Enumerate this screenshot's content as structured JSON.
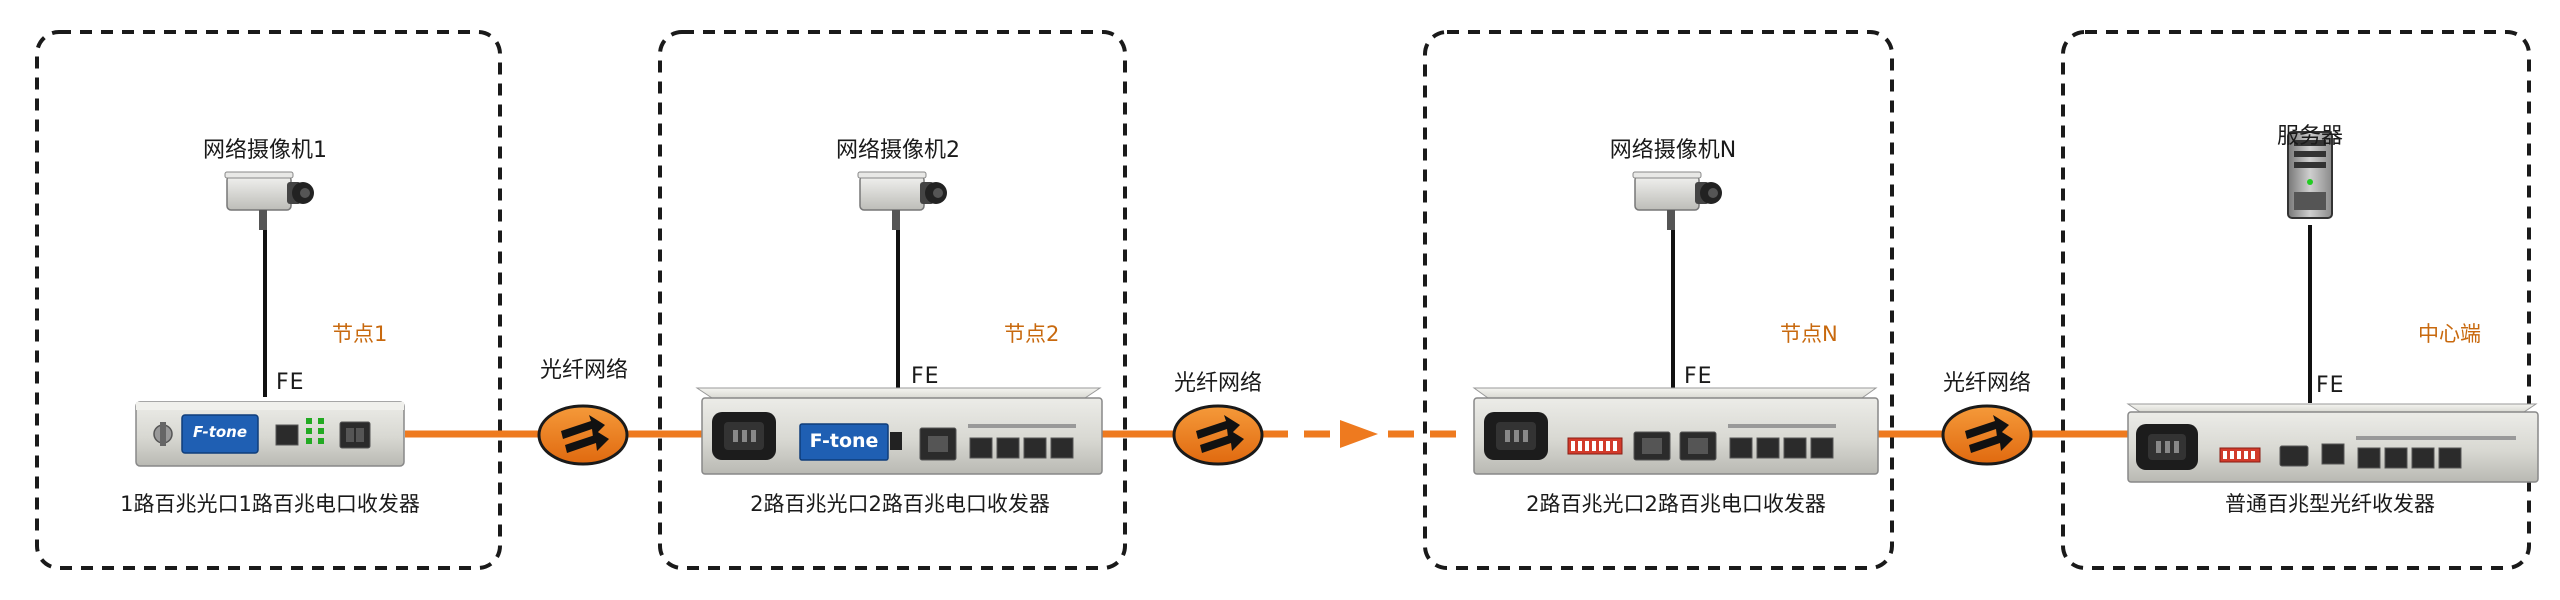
{
  "colors": {
    "fiber": "#ee7a1f",
    "node_label": "#c8690e",
    "box_border": "#1a1a1a",
    "device_body": "#dcdcd6",
    "brand_blue": "#1f5fb3"
  },
  "nodes": [
    {
      "device_title": "网络摄像机1",
      "device_icon": "ip-camera-icon",
      "link_label": "FE",
      "node_label": "节点1",
      "equipment_brand": "F-tone",
      "equipment_caption": "1路百兆光口1路百兆电口收发器"
    },
    {
      "device_title": "网络摄像机2",
      "device_icon": "ip-camera-icon",
      "link_label": "FE",
      "node_label": "节点2",
      "equipment_brand": "F-tone",
      "equipment_caption": "2路百兆光口2路百兆电口收发器"
    },
    {
      "device_title": "网络摄像机N",
      "device_icon": "ip-camera-icon",
      "link_label": "FE",
      "node_label": "节点N",
      "equipment_caption": "2路百兆光口2路百兆电口收发器"
    },
    {
      "device_title": "服务器",
      "device_icon": "server-tower-icon",
      "link_label": "FE",
      "node_label": "中心端",
      "equipment_caption": "普通百兆型光纤收发器"
    }
  ],
  "networks": [
    {
      "label": "光纤网络",
      "icon": "fiber-network-arrows-icon"
    },
    {
      "label": "光纤网络",
      "icon": "fiber-network-arrows-icon"
    },
    {
      "label": "光纤网络",
      "icon": "fiber-network-arrows-icon"
    }
  ]
}
